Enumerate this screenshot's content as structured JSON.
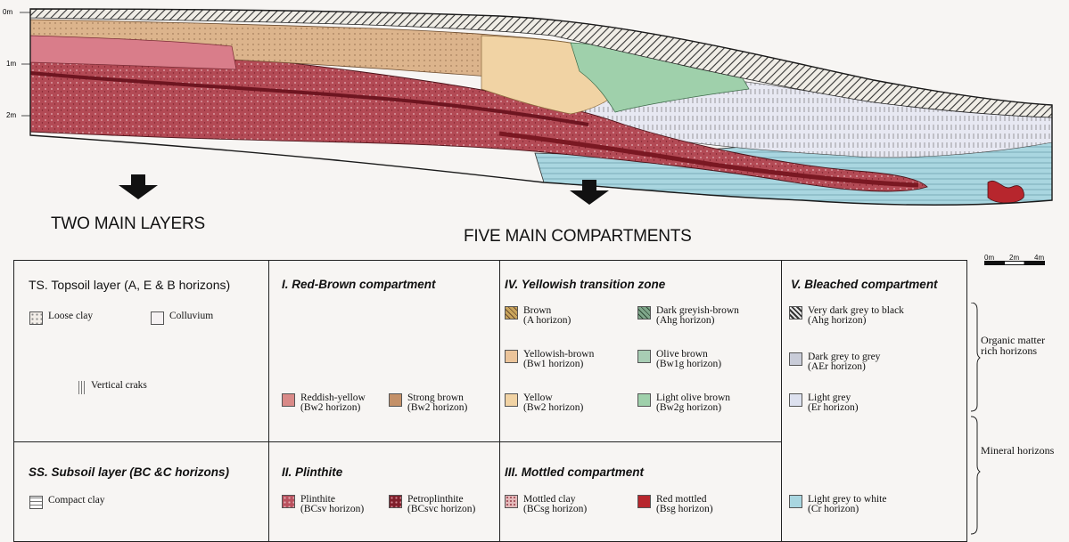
{
  "profile": {
    "depth_labels": [
      "0m",
      "1m",
      "2m"
    ]
  },
  "captions": {
    "two_layers": "TWO MAIN LAYERS",
    "five_compartments": "FIVE MAIN COMPARTMENTS"
  },
  "scale_bar": {
    "labels": [
      "0m",
      "2m",
      "4m"
    ]
  },
  "legend": {
    "ts": {
      "title": "TS. Topsoil layer (A, E & B horizons)",
      "items": [
        {
          "label": "Loose clay"
        },
        {
          "label": "Colluvium"
        },
        {
          "label": "Vertical craks"
        }
      ]
    },
    "ss": {
      "title": "SS. Subsoil layer (BC &C horizons)",
      "items": [
        {
          "label": "Compact clay"
        }
      ]
    },
    "c1": {
      "title": "I. Red-Brown compartment",
      "items": [
        {
          "label": "Reddish-yellow",
          "sub": "(Bw2 horizon)",
          "color": "#d98a88"
        },
        {
          "label": "Strong brown",
          "sub": "(Bw2 horizon)",
          "color": "#c49169"
        }
      ]
    },
    "c2": {
      "title": "II. Plinthite",
      "items": [
        {
          "label": "Plinthite",
          "sub": "(BCsv horizon)",
          "color": "#b9515e"
        },
        {
          "label": "Petroplinthite",
          "sub": "(BCsvc horizon)",
          "color": "#7f1f2b"
        }
      ]
    },
    "c4": {
      "title": "IV. Yellowish transition zone",
      "items": [
        {
          "label": "Brown",
          "sub": "(A horizon)",
          "color": "#c9a55c"
        },
        {
          "label": "Dark greyish-brown",
          "sub": "(Ahg horizon)",
          "color": "#5f8a6c"
        },
        {
          "label": "Yellowish-brown",
          "sub": "(Bw1 horizon)",
          "color": "#ebc49a"
        },
        {
          "label": "Olive brown",
          "sub": "(Bw1g horizon)",
          "color": "#a8cdb4"
        },
        {
          "label": "Yellow",
          "sub": "(Bw2 horizon)",
          "color": "#f1d3a4"
        },
        {
          "label": "Light olive brown",
          "sub": "(Bw2g horizon)",
          "color": "#9fd0ab"
        }
      ]
    },
    "c3": {
      "title": "III. Mottled compartment",
      "items": [
        {
          "label": "Mottled clay",
          "sub": "(BCsg horizon)",
          "color": "#d7a3a4"
        },
        {
          "label": "Red mottled",
          "sub": "(Bsg horizon)",
          "color": "#b7262d"
        }
      ]
    },
    "c5": {
      "title": "V. Bleached compartment",
      "items": [
        {
          "label": "Very dark grey to black",
          "sub": "(Ahg horizon)",
          "color": "#555"
        },
        {
          "label": "Dark grey to grey",
          "sub": "(AEr horizon)",
          "color": "#c9ccd8"
        },
        {
          "label": "Light grey",
          "sub": "(Er horizon)",
          "color": "#dde1ef"
        },
        {
          "label": "Light grey to white",
          "sub": "(Cr horizon)",
          "color": "#a9d6e0"
        }
      ]
    },
    "side": {
      "organic_line1": "Organic matter",
      "organic_line2": "rich horizons",
      "mineral": "Mineral horizons"
    }
  }
}
